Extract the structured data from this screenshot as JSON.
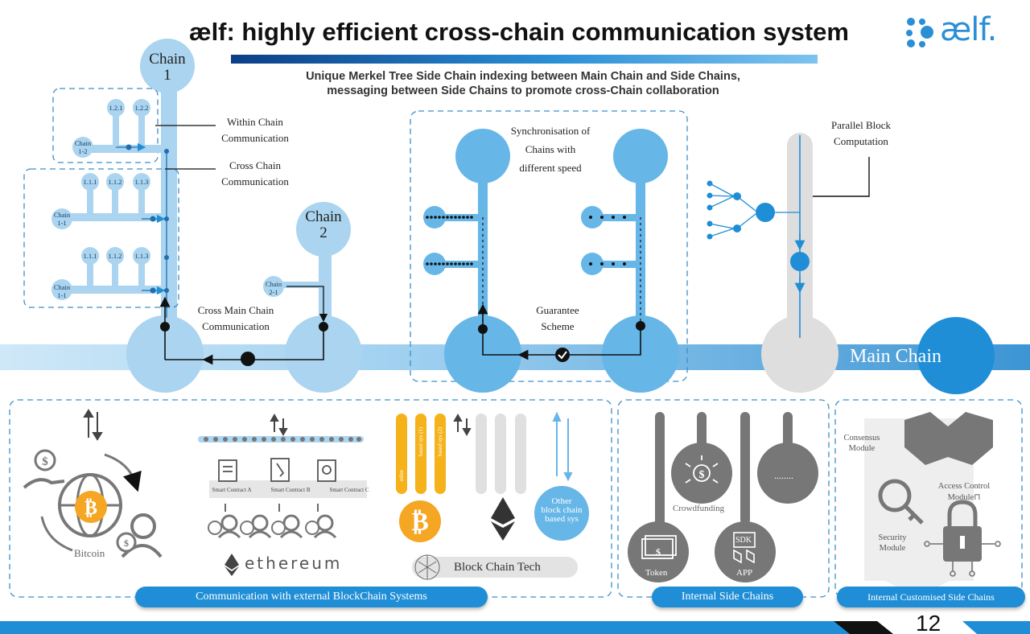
{
  "header": {
    "title": "ælf: highly efficient cross-chain communication system",
    "subtitle_line1": "Unique Merkel Tree Side Chain indexing between Main Chain and Side Chains,",
    "subtitle_line2": "messaging between Side Chains to promote cross-Chain collaboration",
    "logo_text": "ælf.",
    "page_number": "12"
  },
  "colors": {
    "accent": "#1f8ed6",
    "light_blue": "#aad4ef",
    "mid_blue": "#66b6e8",
    "grey": "#777777"
  },
  "panel1": {
    "chain1": [
      "Chain",
      "1"
    ],
    "chain2": [
      "Chain",
      "2"
    ],
    "within_label": [
      "Within Chain",
      "Communication"
    ],
    "cross_label": [
      "Cross Chain",
      "Communication"
    ],
    "cross_main_label": [
      "Cross Main Chain",
      "Communication"
    ],
    "chain_1_2": [
      "Chain",
      "1-2"
    ],
    "chain_1_1a": [
      "Chain",
      "1-1"
    ],
    "chain_1_1b": [
      "Chain",
      "1-1"
    ],
    "chain_2_1": [
      "Chain",
      "2-1"
    ],
    "nodes_top": [
      "1.2.1",
      "1.2.2"
    ],
    "nodes_mid": [
      "1.1.1",
      "1.1.2",
      "1.1.3"
    ],
    "nodes_bot": [
      "1.1.1",
      "1.1.2",
      "1.1.3"
    ]
  },
  "panel2": {
    "sync_label": [
      "Synchronisation of",
      "Chains with",
      "different speed"
    ],
    "guarantee_label": [
      "Guarantee",
      "Scheme"
    ]
  },
  "panel3": {
    "parallel_label": [
      "Parallel Block",
      "Computation"
    ]
  },
  "main_chain_label": "Main Chain",
  "bottom": {
    "external": {
      "pill": "Communication with external BlockChain Systems",
      "bitcoin_label": "Bitcoin",
      "contracts": [
        "Smart Contract A",
        "Smart Contract B",
        "Smart Contract C"
      ],
      "ethereum_label": "ethereum",
      "other_label": [
        "Other",
        "block chain",
        "based sys"
      ],
      "blockchain_tech": "Block Chain Tech",
      "bar_labels": [
        "other",
        "based sys (1)",
        "based sys (2)"
      ]
    },
    "side": {
      "pill": "Internal Side Chains",
      "crowdfunding": "Crowdfunding",
      "token": "Token",
      "app": "APP",
      "sdk": "SDK",
      "more": "........"
    },
    "custom": {
      "pill": "Internal Customised Side Chains",
      "consensus": [
        "Consensus",
        "Module"
      ],
      "access": [
        "Access Control",
        "Module⊓"
      ],
      "security": [
        "Security",
        "Module"
      ]
    }
  }
}
